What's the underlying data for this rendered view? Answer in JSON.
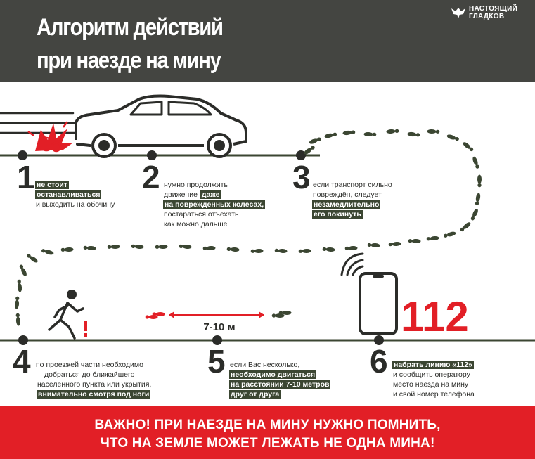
{
  "header": {
    "title_line1": "Алгоритм действий",
    "title_line2": "при наезде на мину",
    "logo_line1": "НАСТОЯЩИЙ",
    "logo_line2": "ГЛАДКОВ",
    "bg_color": "#444541"
  },
  "colors": {
    "accent_red": "#e21f26",
    "footprint_green": "#3b4632",
    "text_dark": "#2b2c29"
  },
  "icons": [
    "car-icon",
    "explosion-icon",
    "footprints-icon",
    "walking-person-icon",
    "exclamation-icon",
    "phone-icon",
    "signal-waves-icon"
  ],
  "steps": [
    {
      "number": "1",
      "lines": [
        {
          "text": "не стоит",
          "hl": true
        },
        {
          "text": "останавливаться",
          "hl": true
        },
        {
          "text": "и выходить на обочину",
          "hl": false
        }
      ]
    },
    {
      "number": "2",
      "lines": [
        {
          "text": "нужно продолжить",
          "hl": false
        },
        {
          "text": "движение",
          "hl": false,
          "tail": "даже"
        },
        {
          "text": "на повреждённых колёсах,",
          "hl": true
        },
        {
          "text": "постараться отъехать",
          "hl": false
        },
        {
          "text": "как можно дальше",
          "hl": false
        }
      ]
    },
    {
      "number": "3",
      "lines": [
        {
          "text": "если транспорт сильно",
          "hl": false
        },
        {
          "text": "повреждён, следует",
          "hl": false
        },
        {
          "text": "незамедлительно",
          "hl": true
        },
        {
          "text": "его покинуть",
          "hl": true
        }
      ]
    },
    {
      "number": "4",
      "lines": [
        {
          "text": "по проезжей части необходимо",
          "hl": false
        },
        {
          "text": "добраться до ближайшего",
          "hl": false
        },
        {
          "text": "населённого пункта или укрытия,",
          "hl": false
        },
        {
          "text": "внимательно смотря под ноги",
          "hl": true
        }
      ]
    },
    {
      "number": "5",
      "lines": [
        {
          "text": "если Вас несколько,",
          "hl": false
        },
        {
          "text": "необходимо двигаться",
          "hl": true
        },
        {
          "text": "на расстоянии 7-10 метров",
          "hl": true
        },
        {
          "text": "друг от друга",
          "hl": true
        }
      ]
    },
    {
      "number": "6",
      "lines": [
        {
          "text": "набрать линию «112»",
          "hl": true
        },
        {
          "text": "и сообщить оператору",
          "hl": false
        },
        {
          "text": "место наезда на мину",
          "hl": false
        },
        {
          "text": "и свой номер телефона",
          "hl": false
        }
      ]
    }
  ],
  "distance_label": "7-10 м",
  "emergency_number": "112",
  "warning": {
    "line1": "ВАЖНО! ПРИ НАЕЗДЕ НА МИНУ НУЖНО ПОМНИТЬ,",
    "line2": "ЧТО НА ЗЕМЛЕ МОЖЕТ ЛЕЖАТЬ НЕ ОДНА МИНА!",
    "bg_color": "#e21f26"
  }
}
